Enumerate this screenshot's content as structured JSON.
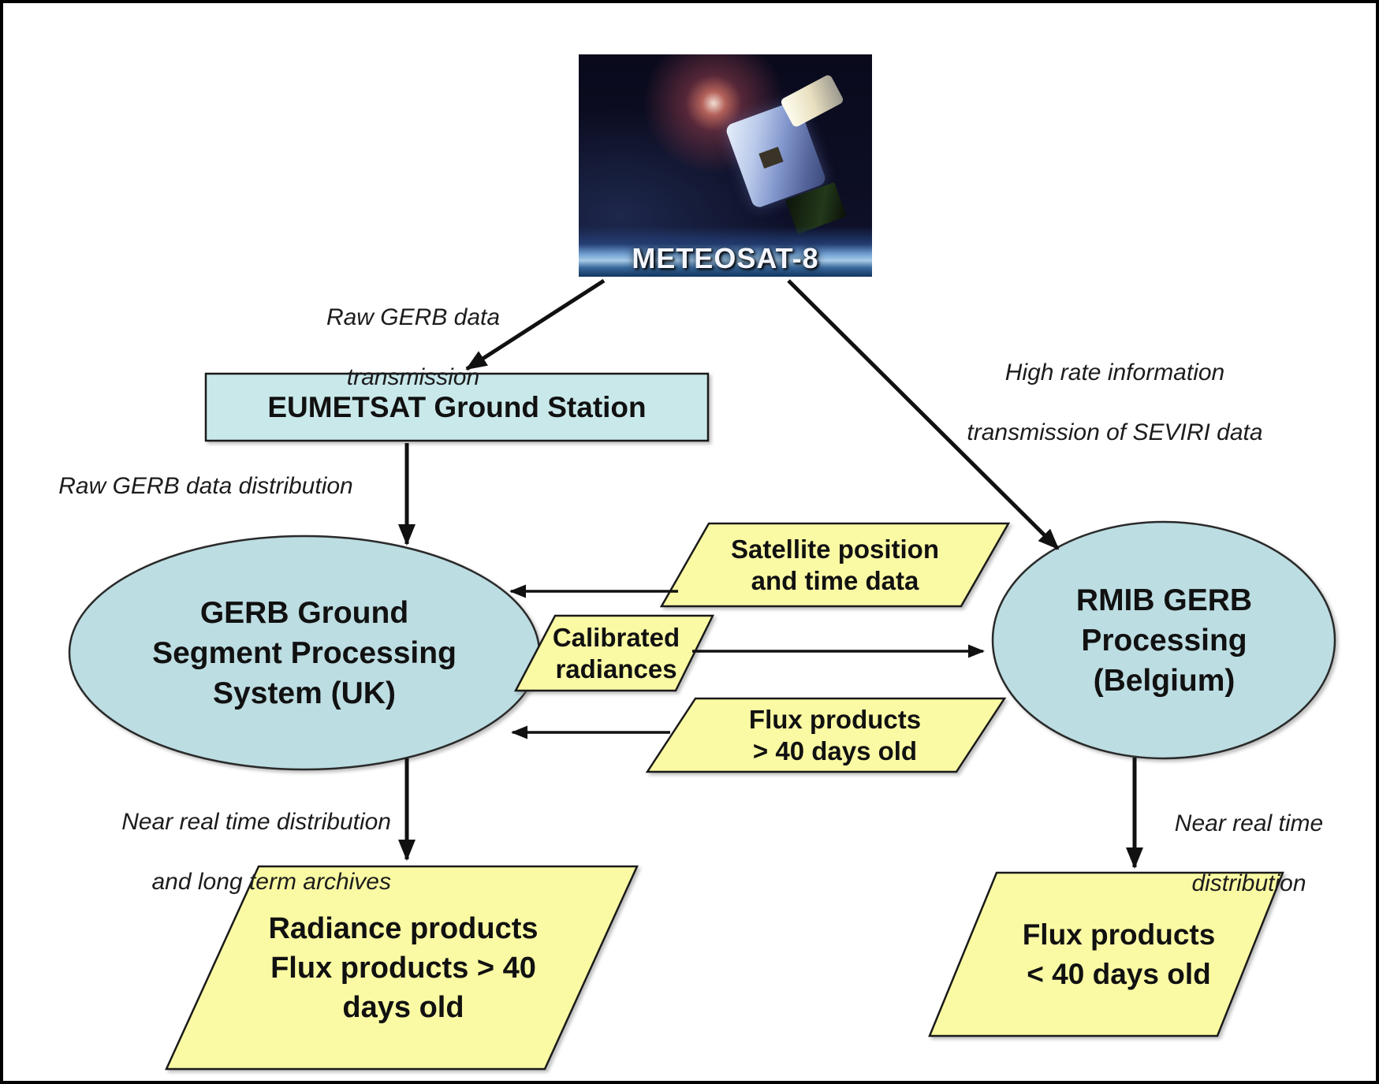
{
  "diagram": {
    "satellite": {
      "name": "METEOSAT-8"
    },
    "ground_station": {
      "label": "EUMETSAT Ground Station"
    },
    "gerb_ground_segment": {
      "line1": "GERB Ground",
      "line2": "Segment Processing",
      "line3": "System (UK)"
    },
    "rmib": {
      "line1": "RMIB GERB",
      "line2": "Processing",
      "line3": "(Belgium)"
    },
    "flow_labels": {
      "raw_transmission": {
        "line1": "Raw GERB data",
        "line2": "transmission"
      },
      "high_rate": {
        "line1": "High rate information",
        "line2": "transmission of SEVIRI data"
      },
      "raw_distribution": {
        "label": "Raw GERB data distribution"
      },
      "near_real_time_left": {
        "line1": "Near real time distribution",
        "line2": "and long term archives"
      },
      "near_real_time_right": {
        "line1": "Near real time",
        "line2": "distribution"
      }
    },
    "data_items": {
      "satellite_position": {
        "line1": "Satellite position",
        "line2": "and time data"
      },
      "calibrated_radiances": {
        "line1": "Calibrated",
        "line2": "radiances"
      },
      "flux_old_exchange": {
        "line1": "Flux products",
        "line2": "> 40 days old"
      },
      "radiance_products": {
        "line1": "Radiance products",
        "line2": "Flux products > 40",
        "line3": "days old"
      },
      "flux_recent": {
        "line1": "Flux products",
        "line2": "< 40 days old"
      }
    },
    "colors": {
      "node_fill": "#bcdde2",
      "box_fill": "#c9e8ea",
      "data_fill": "#fafaa4",
      "outline": "#1a1a1a"
    }
  }
}
